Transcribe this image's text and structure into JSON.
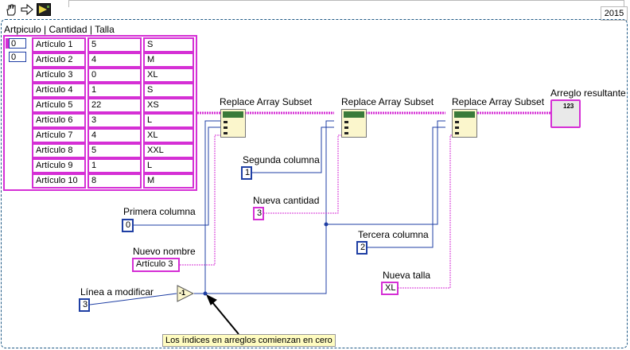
{
  "toolbar": {
    "buttons": [
      "hand-icon",
      "arrow-icon",
      "run-icon"
    ],
    "version": "2015"
  },
  "array": {
    "label": "Artpiculo | Cantidad | Talla",
    "index": [
      "0",
      "0"
    ],
    "rows": [
      [
        "Artículo 1",
        "5",
        "S"
      ],
      [
        "Artículo 2",
        "4",
        "M"
      ],
      [
        "Artículo 3",
        "0",
        "XL"
      ],
      [
        "Artículo 4",
        "1",
        "S"
      ],
      [
        "Artículo 5",
        "22",
        "XS"
      ],
      [
        "Artículo 6",
        "3",
        "L"
      ],
      [
        "Artículo 7",
        "4",
        "XL"
      ],
      [
        "Artículo 8",
        "5",
        "XXL"
      ],
      [
        "Artículo 9",
        "1",
        "L"
      ],
      [
        "Artículo 10",
        "8",
        "M"
      ]
    ]
  },
  "nodes": {
    "ras1": "Replace Array Subset",
    "ras2": "Replace Array Subset",
    "ras3": "Replace Array Subset",
    "result": "Arreglo resultante",
    "result_glyph": "123"
  },
  "controls": {
    "primera_label": "Primera columna",
    "primera_value": "0",
    "segunda_label": "Segunda columna",
    "segunda_value": "1",
    "tercera_label": "Tercera columna",
    "tercera_value": "2",
    "nombre_label": "Nuevo nombre",
    "nombre_value": "Artículo 3",
    "cantidad_label": "Nueva cantidad",
    "cantidad_value": "3",
    "talla_label": "Nueva talla",
    "talla_value": "XL",
    "linea_label": "Línea a modificar",
    "linea_value": "3",
    "decrement_glyph": "-1"
  },
  "note": "Los índices en arreglos comienzan en cero",
  "colors": {
    "string_wire": "#d52fd5",
    "int_wire": "#1f3fa4",
    "frame": "#1f5a86"
  }
}
